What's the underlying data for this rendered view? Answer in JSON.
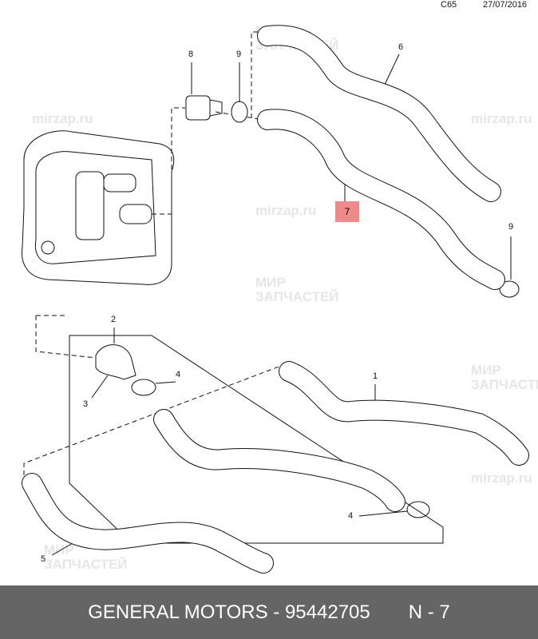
{
  "header": {
    "code": "C65",
    "date": "27/07/2016"
  },
  "watermark": {
    "line1": "МИР",
    "line2": "ЗАПЧАСТЕЙ",
    "site": "mirzap.ru"
  },
  "callouts": {
    "c8": "8",
    "c9a": "9",
    "c6": "6",
    "c7": "7",
    "c9b": "9",
    "c2": "2",
    "c3": "3",
    "c4a": "4",
    "c1": "1",
    "c4b": "4",
    "c5": "5"
  },
  "footer": {
    "part": "GENERAL MOTORS - 95442705",
    "ref": "N - 7"
  },
  "colors": {
    "highlight": "#f08a8a",
    "footer_bg": "#656565"
  }
}
